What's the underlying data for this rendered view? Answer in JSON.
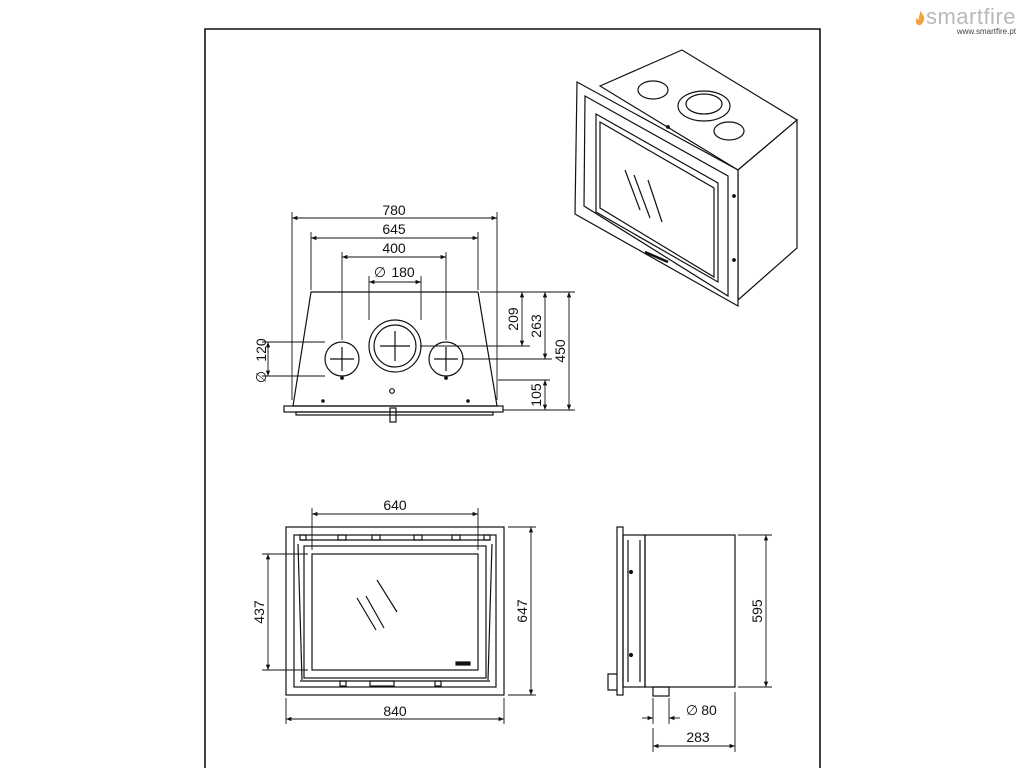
{
  "brand": {
    "name": "smartfire",
    "url": "www.smartfire.pt",
    "flame_color": "#f2a23a",
    "text_color": "#b9b9b9"
  },
  "top_view": {
    "width_overall": "780",
    "width_body": "645",
    "flue_spacing": "400",
    "flue_diameter": "180",
    "air_inlet_diameter": "120",
    "depth_to_flue": "209",
    "depth_to_inlets": "263",
    "depth_total": "450",
    "depth_front": "105"
  },
  "front_view": {
    "glass_width": "640",
    "frame_width": "840",
    "glass_height": "437",
    "frame_height": "647"
  },
  "side_view": {
    "height": "595",
    "depth": "283",
    "inlet_diameter": "80"
  },
  "diameter_symbol": "∅"
}
